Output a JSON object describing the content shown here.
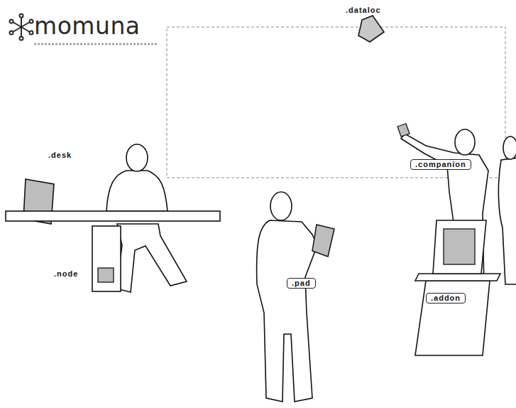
{
  "diagram": {
    "title": "momuna",
    "labels": [
      ".dataloc",
      ".desk",
      ".node",
      ".pad",
      ".companion",
      ".addon"
    ]
  }
}
